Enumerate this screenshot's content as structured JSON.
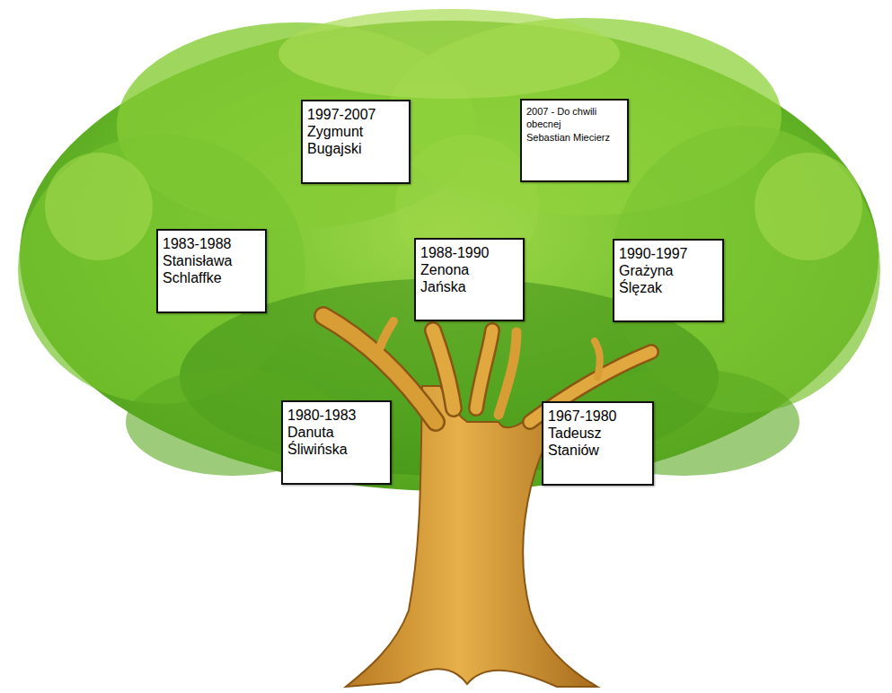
{
  "diagram": {
    "nodes": [
      {
        "text": [
          "1997-2007",
          "Zygmunt Bugajski"
        ]
      },
      {
        "text": [
          "2007 - Do chwili obecnej",
          "Sebastian Miecierz"
        ]
      },
      {
        "text": [
          "1983-1988",
          "Stanisława Schlaffke"
        ]
      },
      {
        "text": [
          "1988-1990",
          "Zenona Jańska"
        ]
      },
      {
        "text": [
          "1990-1997",
          "Grażyna Ślęzak"
        ]
      },
      {
        "text": [
          "1980-1983",
          "Danuta Śliwińska"
        ]
      },
      {
        "text": [
          "1967-1980",
          "Tadeusz Staniów"
        ]
      }
    ]
  }
}
